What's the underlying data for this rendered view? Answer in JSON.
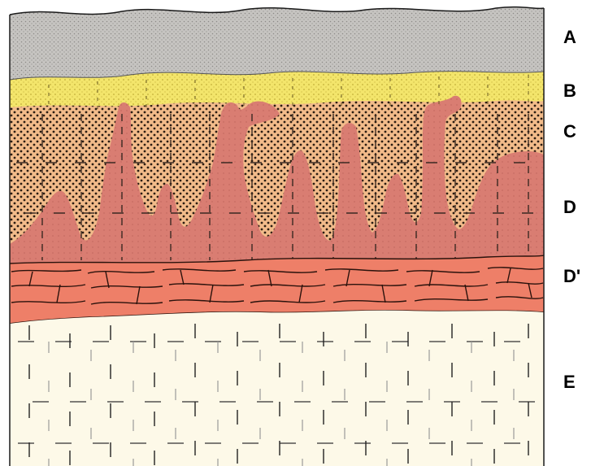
{
  "labels": {
    "a": "A",
    "b": "B",
    "c": "C",
    "d": "D",
    "d2": "D'",
    "e": "E"
  },
  "colors": {
    "layer_a": "#c6c4c1",
    "layer_b": "#f3e56b",
    "layer_c": "#f2bb8a",
    "layer_d": "#d97d72",
    "layer_d2": "#ee7f68",
    "layer_e": "#fdf9e8",
    "outline": "#1a1a1a"
  }
}
